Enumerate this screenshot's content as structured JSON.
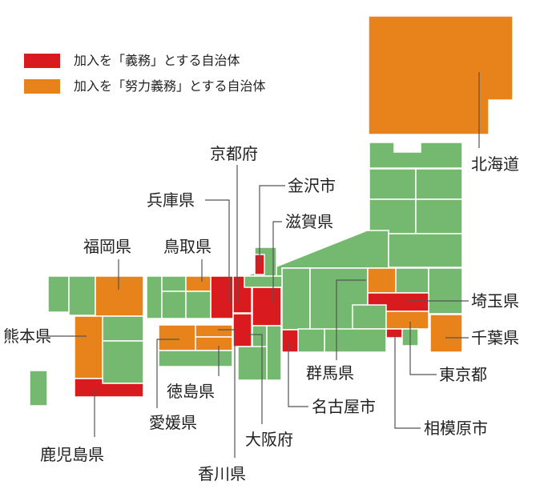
{
  "legend": [
    {
      "label": "加入を「義務」とする自治体",
      "color": "#d91b1f"
    },
    {
      "label": "加入を「努力義務」とする自治体",
      "color": "#e8821a"
    }
  ],
  "colors": {
    "none": "#74b96f",
    "mandatory": "#d91b1f",
    "effort": "#e8821a"
  },
  "labels": {
    "hokkaido": "北海道",
    "kyoto": "京都府",
    "kanazawa": "金沢市",
    "hyogo": "兵庫県",
    "shiga": "滋賀県",
    "fukuoka": "福岡県",
    "tottori": "鳥取県",
    "saitama": "埼玉県",
    "kumamoto": "熊本県",
    "chiba": "千葉県",
    "gunma": "群馬県",
    "tokyo": "東京都",
    "tokushima": "徳島県",
    "nagoya": "名古屋市",
    "ehime": "愛媛県",
    "sagamihara": "相模原市",
    "kagoshima": "鹿児島県",
    "osaka": "大阪府",
    "kagawa": "香川県"
  }
}
